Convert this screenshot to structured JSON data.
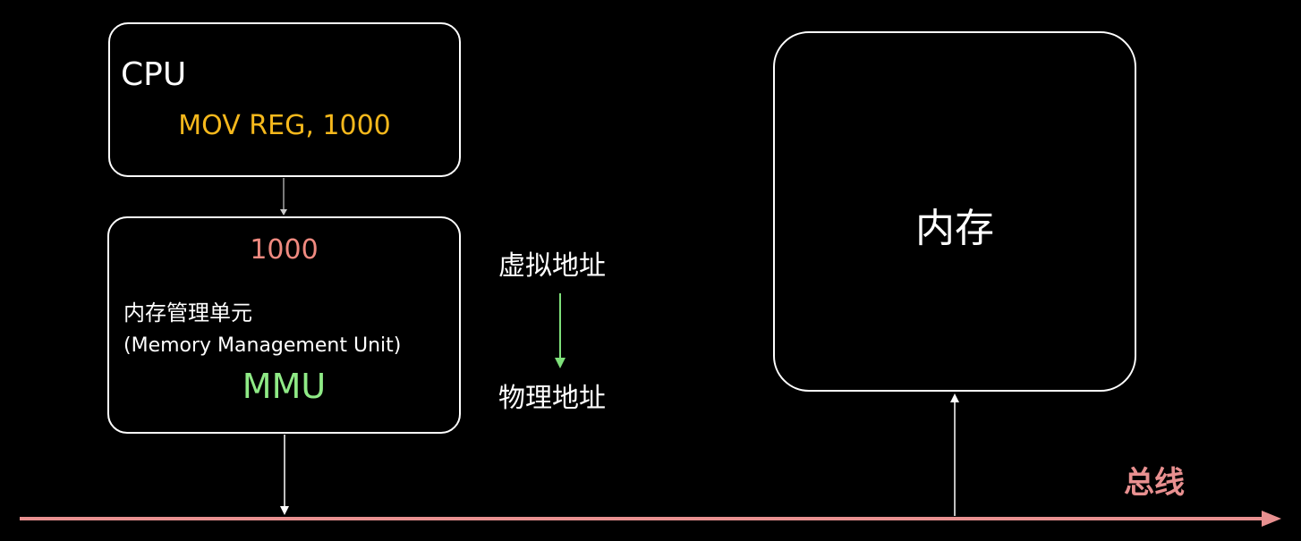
{
  "cpu": {
    "title": "CPU",
    "instruction": "MOV REG, 1000"
  },
  "mmu": {
    "address_value": "1000",
    "name_cn": "内存管理单元",
    "name_en": "(Memory Management Unit)",
    "abbr": "MMU"
  },
  "memory": {
    "label": "内存"
  },
  "translation": {
    "virtual_label": "虚拟地址",
    "physical_label": "物理地址"
  },
  "bus": {
    "label": "总线"
  },
  "colors": {
    "background": "#000000",
    "instruction": "#f5b81c",
    "address_value": "#f08a80",
    "mmu_abbr": "#8fea86",
    "translation_arrow": "#7ee07a",
    "bus": "#e89090",
    "box_border": "#ffffff"
  }
}
